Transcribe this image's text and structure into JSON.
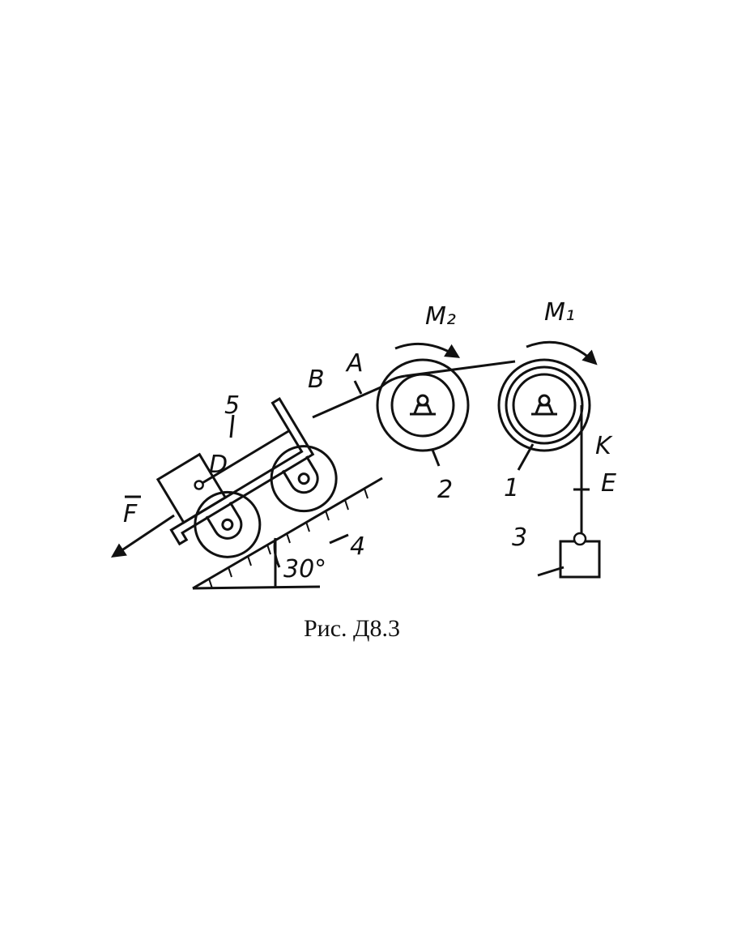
{
  "figure": {
    "caption": "Рис. Д8.3",
    "labels": {
      "m2": "M₂",
      "m1": "M₁",
      "a": "A",
      "b": "B",
      "body5": "5",
      "d": "D",
      "pulley2": "2",
      "pulley1": "1",
      "k": "K",
      "e": "E",
      "load3": "3",
      "wheels4": "4",
      "angle": "30°",
      "force": "F"
    }
  }
}
